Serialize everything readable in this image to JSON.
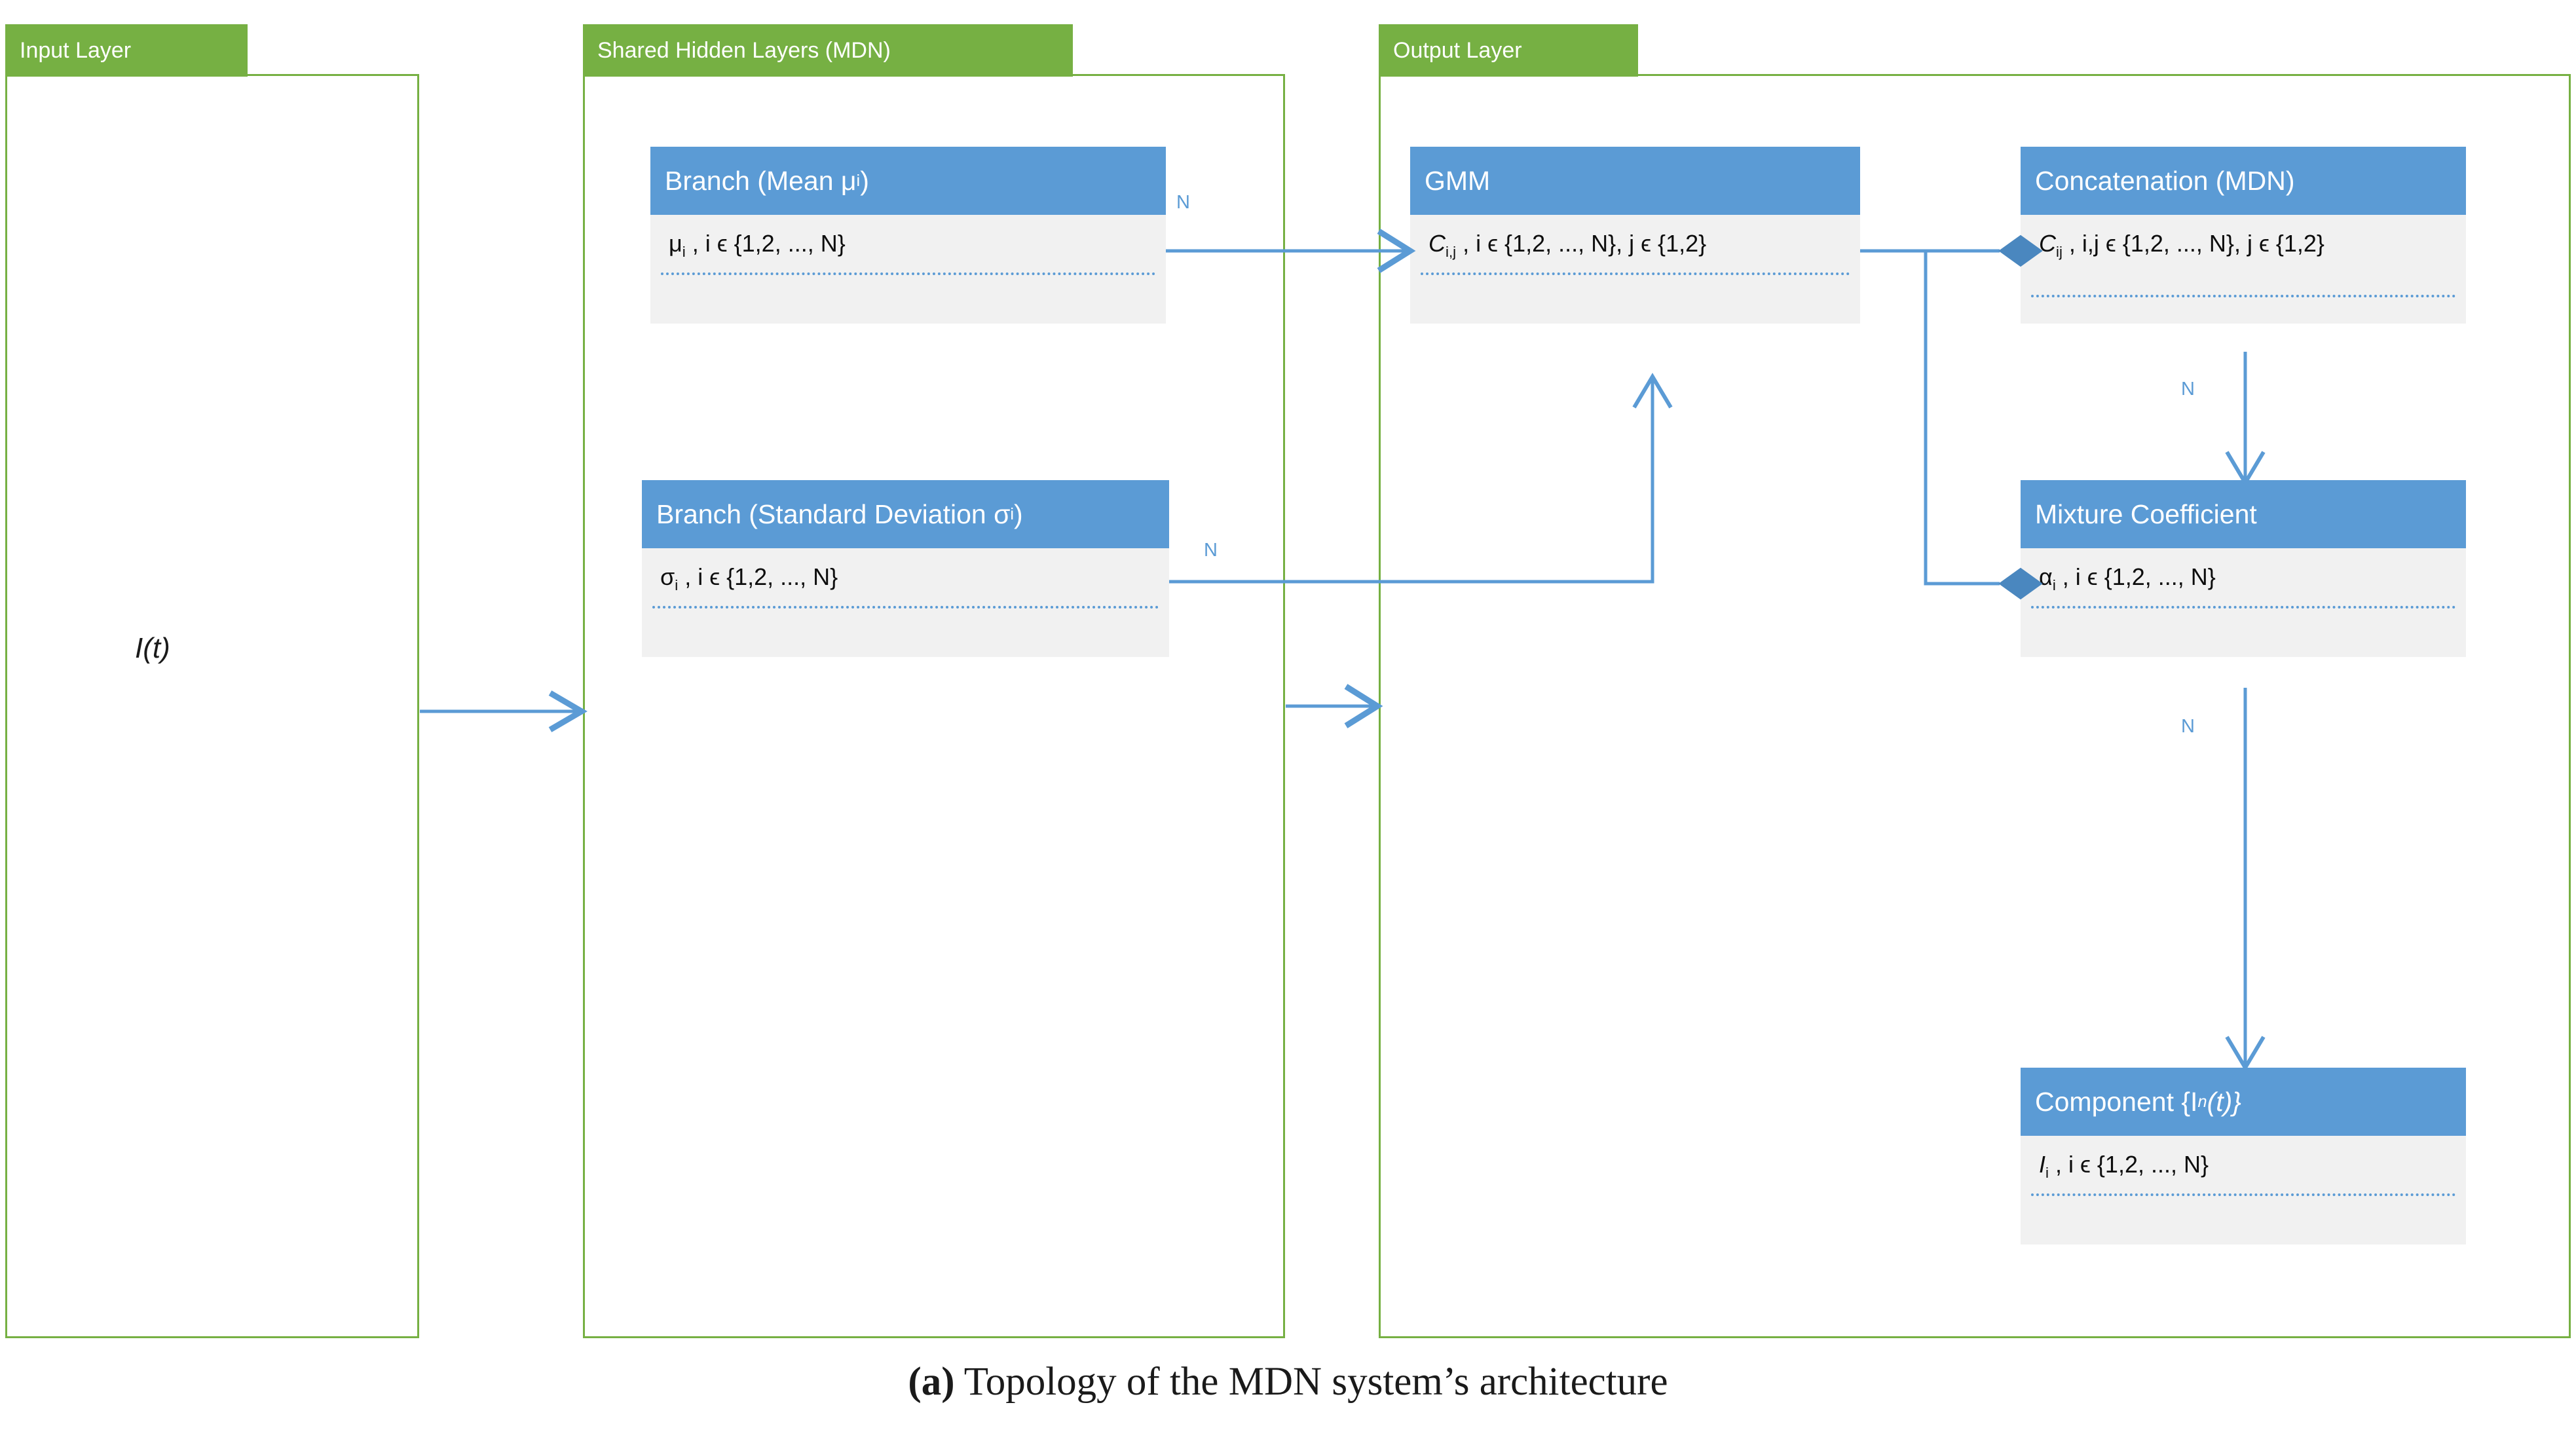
{
  "diagram": {
    "title": "MDN system architecture topology",
    "caption_prefix": "(a)",
    "caption_text": " Topology of the MDN system’s architecture",
    "colors": {
      "group_border": "#76b043",
      "group_tag_fill": "#76b043",
      "node_header_fill": "#5b9bd5",
      "node_body_fill": "#f1f1f1",
      "connector": "#5b9bd5",
      "text_dark": "#0d0d0d",
      "text_light": "#ffffff"
    }
  },
  "groups": [
    {
      "id": "input-layer",
      "label": "Input Layer"
    },
    {
      "id": "shared-hidden",
      "label": "Shared Hidden Layers (MDN)"
    },
    {
      "id": "output-layer",
      "label": "Output Layer"
    }
  ],
  "input": {
    "formula": "I(t)"
  },
  "nodes": [
    {
      "id": "branch-mean",
      "title_pre": "Branch (Mean μ",
      "title_sub": "i",
      "title_post": ")",
      "body_pre": "μ",
      "body_sub": "i",
      "body_post": " ,  i ϵ {1,2, ..., N}"
    },
    {
      "id": "branch-std",
      "title_pre": "Branch (Standard Deviation σ",
      "title_sub": "i",
      "title_post": ")",
      "body_pre": "σ",
      "body_sub": "i",
      "body_post": " ,  i ϵ {1,2, ..., N}"
    },
    {
      "id": "gmm",
      "title_pre": "GMM",
      "title_sub": "",
      "title_post": "",
      "body_pre": "C",
      "body_sub": "i,j",
      "body_post": " ,  i ϵ {1,2, ..., N}, j ϵ {1,2}"
    },
    {
      "id": "concatenation",
      "title_pre": "Concatenation (MDN)",
      "title_sub": "",
      "title_post": "",
      "body_pre": "C",
      "body_sub": "ij",
      "body_post": " ,  i,j ϵ {1,2, ..., N}, j ϵ {1,2}"
    },
    {
      "id": "mixture-coefficient",
      "title_pre": "Mixture Coefficient",
      "title_sub": "",
      "title_post": "",
      "body_pre": "α",
      "body_sub": "i",
      "body_post": " ,  i ϵ {1,2, ..., N}"
    },
    {
      "id": "component",
      "title_pre": "Component {I",
      "title_sub": "n",
      "title_post": "(t)}",
      "body_pre": "I",
      "body_sub": "i",
      "body_post": " ,  i ϵ {1,2, ..., N}"
    }
  ],
  "edge_labels": [
    {
      "id": "n-mean-to-gmm",
      "text": "N"
    },
    {
      "id": "n-std-to-gmm",
      "text": "N"
    },
    {
      "id": "n-concat-to-mixture",
      "text": "N"
    },
    {
      "id": "n-mixture-to-component",
      "text": "N"
    }
  ]
}
